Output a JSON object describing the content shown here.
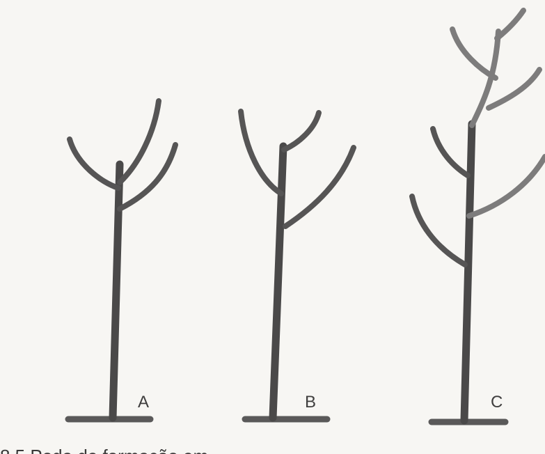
{
  "figure": {
    "trees": [
      {
        "id": "A",
        "label": "A"
      },
      {
        "id": "B",
        "label": "B"
      },
      {
        "id": "C",
        "label": "C"
      }
    ],
    "caption_partial": "8.5  Poda de formação em ..."
  },
  "colors": {
    "background": "#f7f6f3",
    "trunk": "#4a4949",
    "branch": "#565555",
    "branch_light": "#7d7c7c"
  }
}
